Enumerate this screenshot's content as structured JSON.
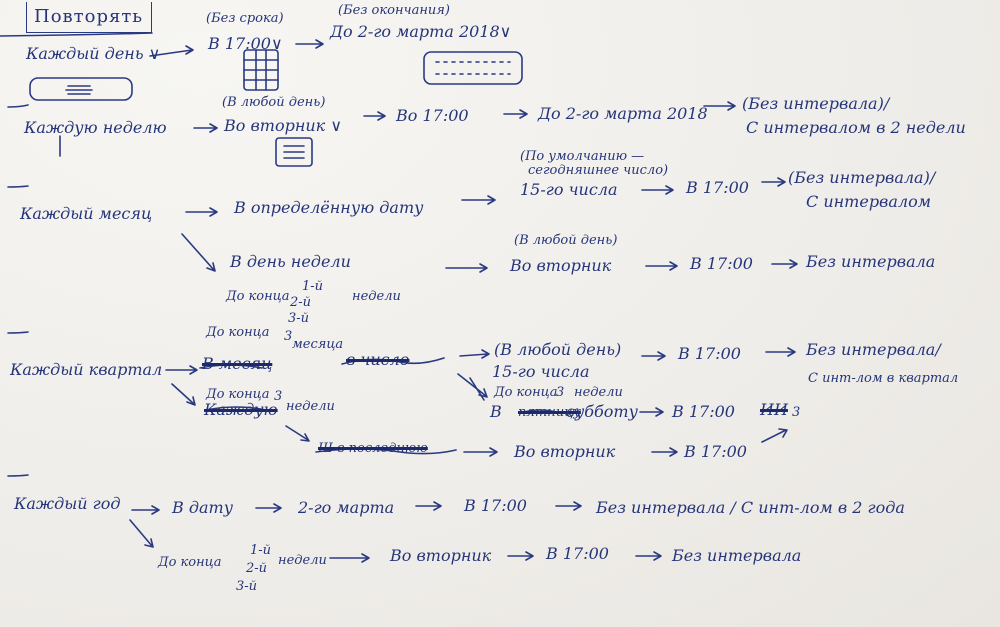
{
  "title": "Повторять",
  "daily": {
    "label": "Каждый день ∨",
    "time_note": "(Без срока)",
    "time": "В 17:00∨",
    "end_note": "(Без окончания)",
    "end": "До 2-го марта 2018∨"
  },
  "weekly": {
    "label": "Каждую неделю",
    "day_note": "(В любой день)",
    "day": "Во вторник ∨",
    "time": "Во 17:00",
    "end": "До 2-го марта 2018",
    "interval_a": "(Без интервала)/",
    "interval_b": "С интервалом в 2 недели"
  },
  "monthly": {
    "label": "Каждый месяц",
    "option_a": "В определённую дату",
    "date_note_a": "(По умолчанию —",
    "date_note_b": "сегодняшнее число)",
    "date": "15-го числа",
    "time": "В 17:00",
    "interval_a": "(Без интервала)/",
    "interval_b": "С интервалом",
    "option_b": "В день недели",
    "day_note": "(В любой день)",
    "day": "Во вторник",
    "time_b": "В 17:00",
    "interval_c": "Без интервала",
    "week_prefix": "До конца",
    "week_1": "1-й",
    "week_2": "2-й",
    "week_3": "3-й",
    "week_suffix": "недели"
  },
  "quarterly": {
    "label": "Каждый квартал",
    "end_month_a": "До конца",
    "end_month_b": "3",
    "end_month_c": "месяца",
    "crossed_a": "В месяц",
    "crossed_b": "в число",
    "day_note": "(В любой день)",
    "date": "15-го числа",
    "time": "В 17:00",
    "interval_a": "Без интервала/",
    "interval_b": "С инт-лом в квартал",
    "end_week_a": "До конца",
    "end_week_b": "3",
    "end_week_c": "недели",
    "crossed_c": "Каждую",
    "week_note_a": "До конца",
    "week_note_b": "3",
    "week_note_c": "недели",
    "day": "В",
    "crossed_d": "пятницу",
    "day_b": "субботу",
    "time_b": "В 17:00",
    "crossed_e": "ИИ",
    "mark_3": "3",
    "crossed_f": "Ш в последнюю",
    "day_c": "Во вторник",
    "time_c": "В 17:00"
  },
  "yearly": {
    "label": "Каждый год",
    "option_a": "В дату",
    "date": "2-го марта",
    "time": "В 17:00",
    "interval": "Без интервала / С инт-лом в 2 года",
    "week_prefix": "До конца",
    "week_1": "1-й",
    "week_2": "2-й",
    "week_3": "3-й",
    "week_suffix": "недели",
    "day": "Во вторник",
    "time_b": "В 17:00",
    "interval_b": "Без интервала"
  }
}
